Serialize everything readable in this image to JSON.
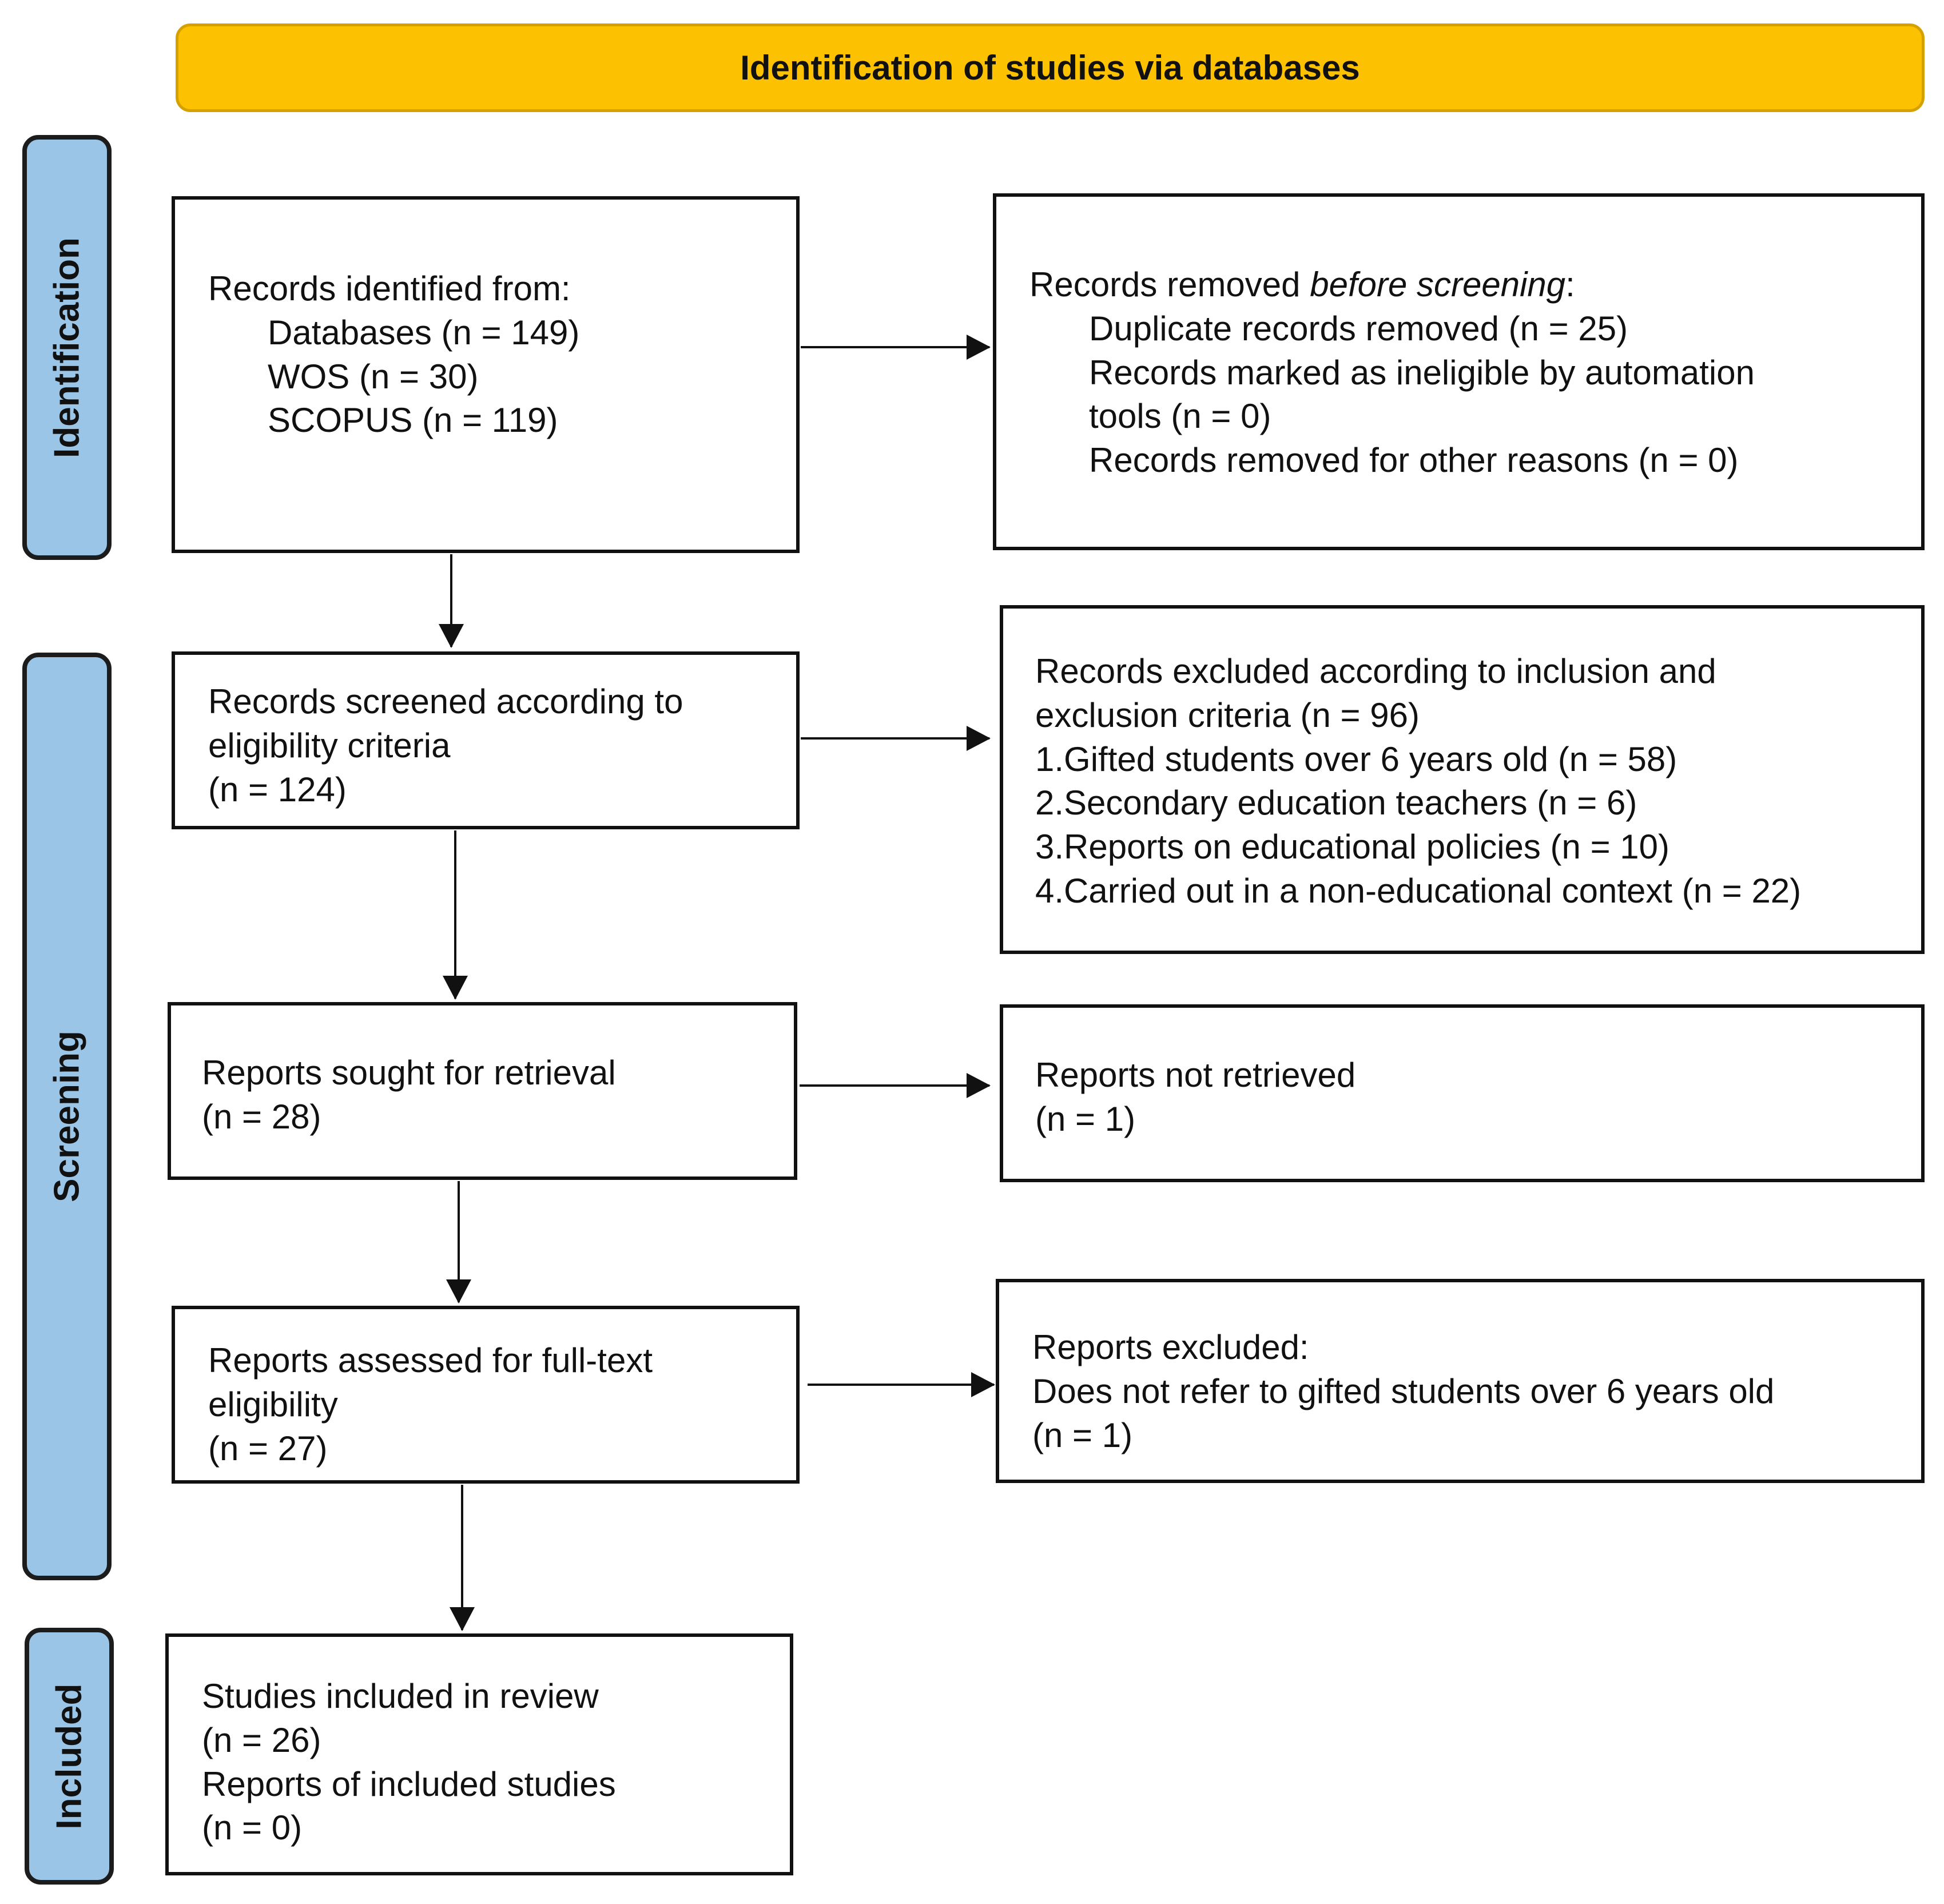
{
  "header": {
    "title": "Identification of studies via databases"
  },
  "phases": {
    "identification": "Identification",
    "screening": "Screening",
    "included": "Included"
  },
  "boxes": {
    "identified": {
      "lines": [
        "Records identified from:",
        "Databases (n = 149)",
        "WOS (n = 30)",
        "SCOPUS (n = 119)"
      ]
    },
    "removed": {
      "title_prefix": "Records removed ",
      "title_italic": "before screening",
      "title_suffix": ":",
      "lines": [
        "Duplicate records removed  (n = 25)",
        "Records marked as ineligible by automation",
        "tools (n = 0)",
        "Records removed for other reasons (n = 0)"
      ]
    },
    "screened": {
      "lines": [
        "Records screened according to",
        "eligibility criteria",
        "(n = 124)"
      ]
    },
    "excluded_criteria": {
      "lines": [
        "Records excluded according to inclusion and",
        "exclusion criteria (n = 96)",
        "1.Gifted students over 6 years old (n = 58)",
        "2.Secondary education teachers (n = 6)",
        "3.Reports on educational policies (n = 10)",
        "4.Carried out in a non-educational context (n = 22)"
      ]
    },
    "sought": {
      "lines": [
        "Reports sought for retrieval",
        "(n = 28)"
      ]
    },
    "not_retrieved": {
      "lines": [
        "Reports not retrieved",
        "(n = 1)"
      ]
    },
    "assessed": {
      "lines": [
        "Reports assessed for full-text",
        "eligibility",
        "(n = 27)"
      ]
    },
    "reports_excluded": {
      "lines": [
        "Reports excluded:",
        "Does not refer to gifted students over 6 years old",
        "(n = 1)"
      ]
    },
    "included": {
      "lines": [
        "Studies included in review",
        "(n = 26)",
        "Reports of included studies",
        "(n = 0)"
      ]
    }
  }
}
